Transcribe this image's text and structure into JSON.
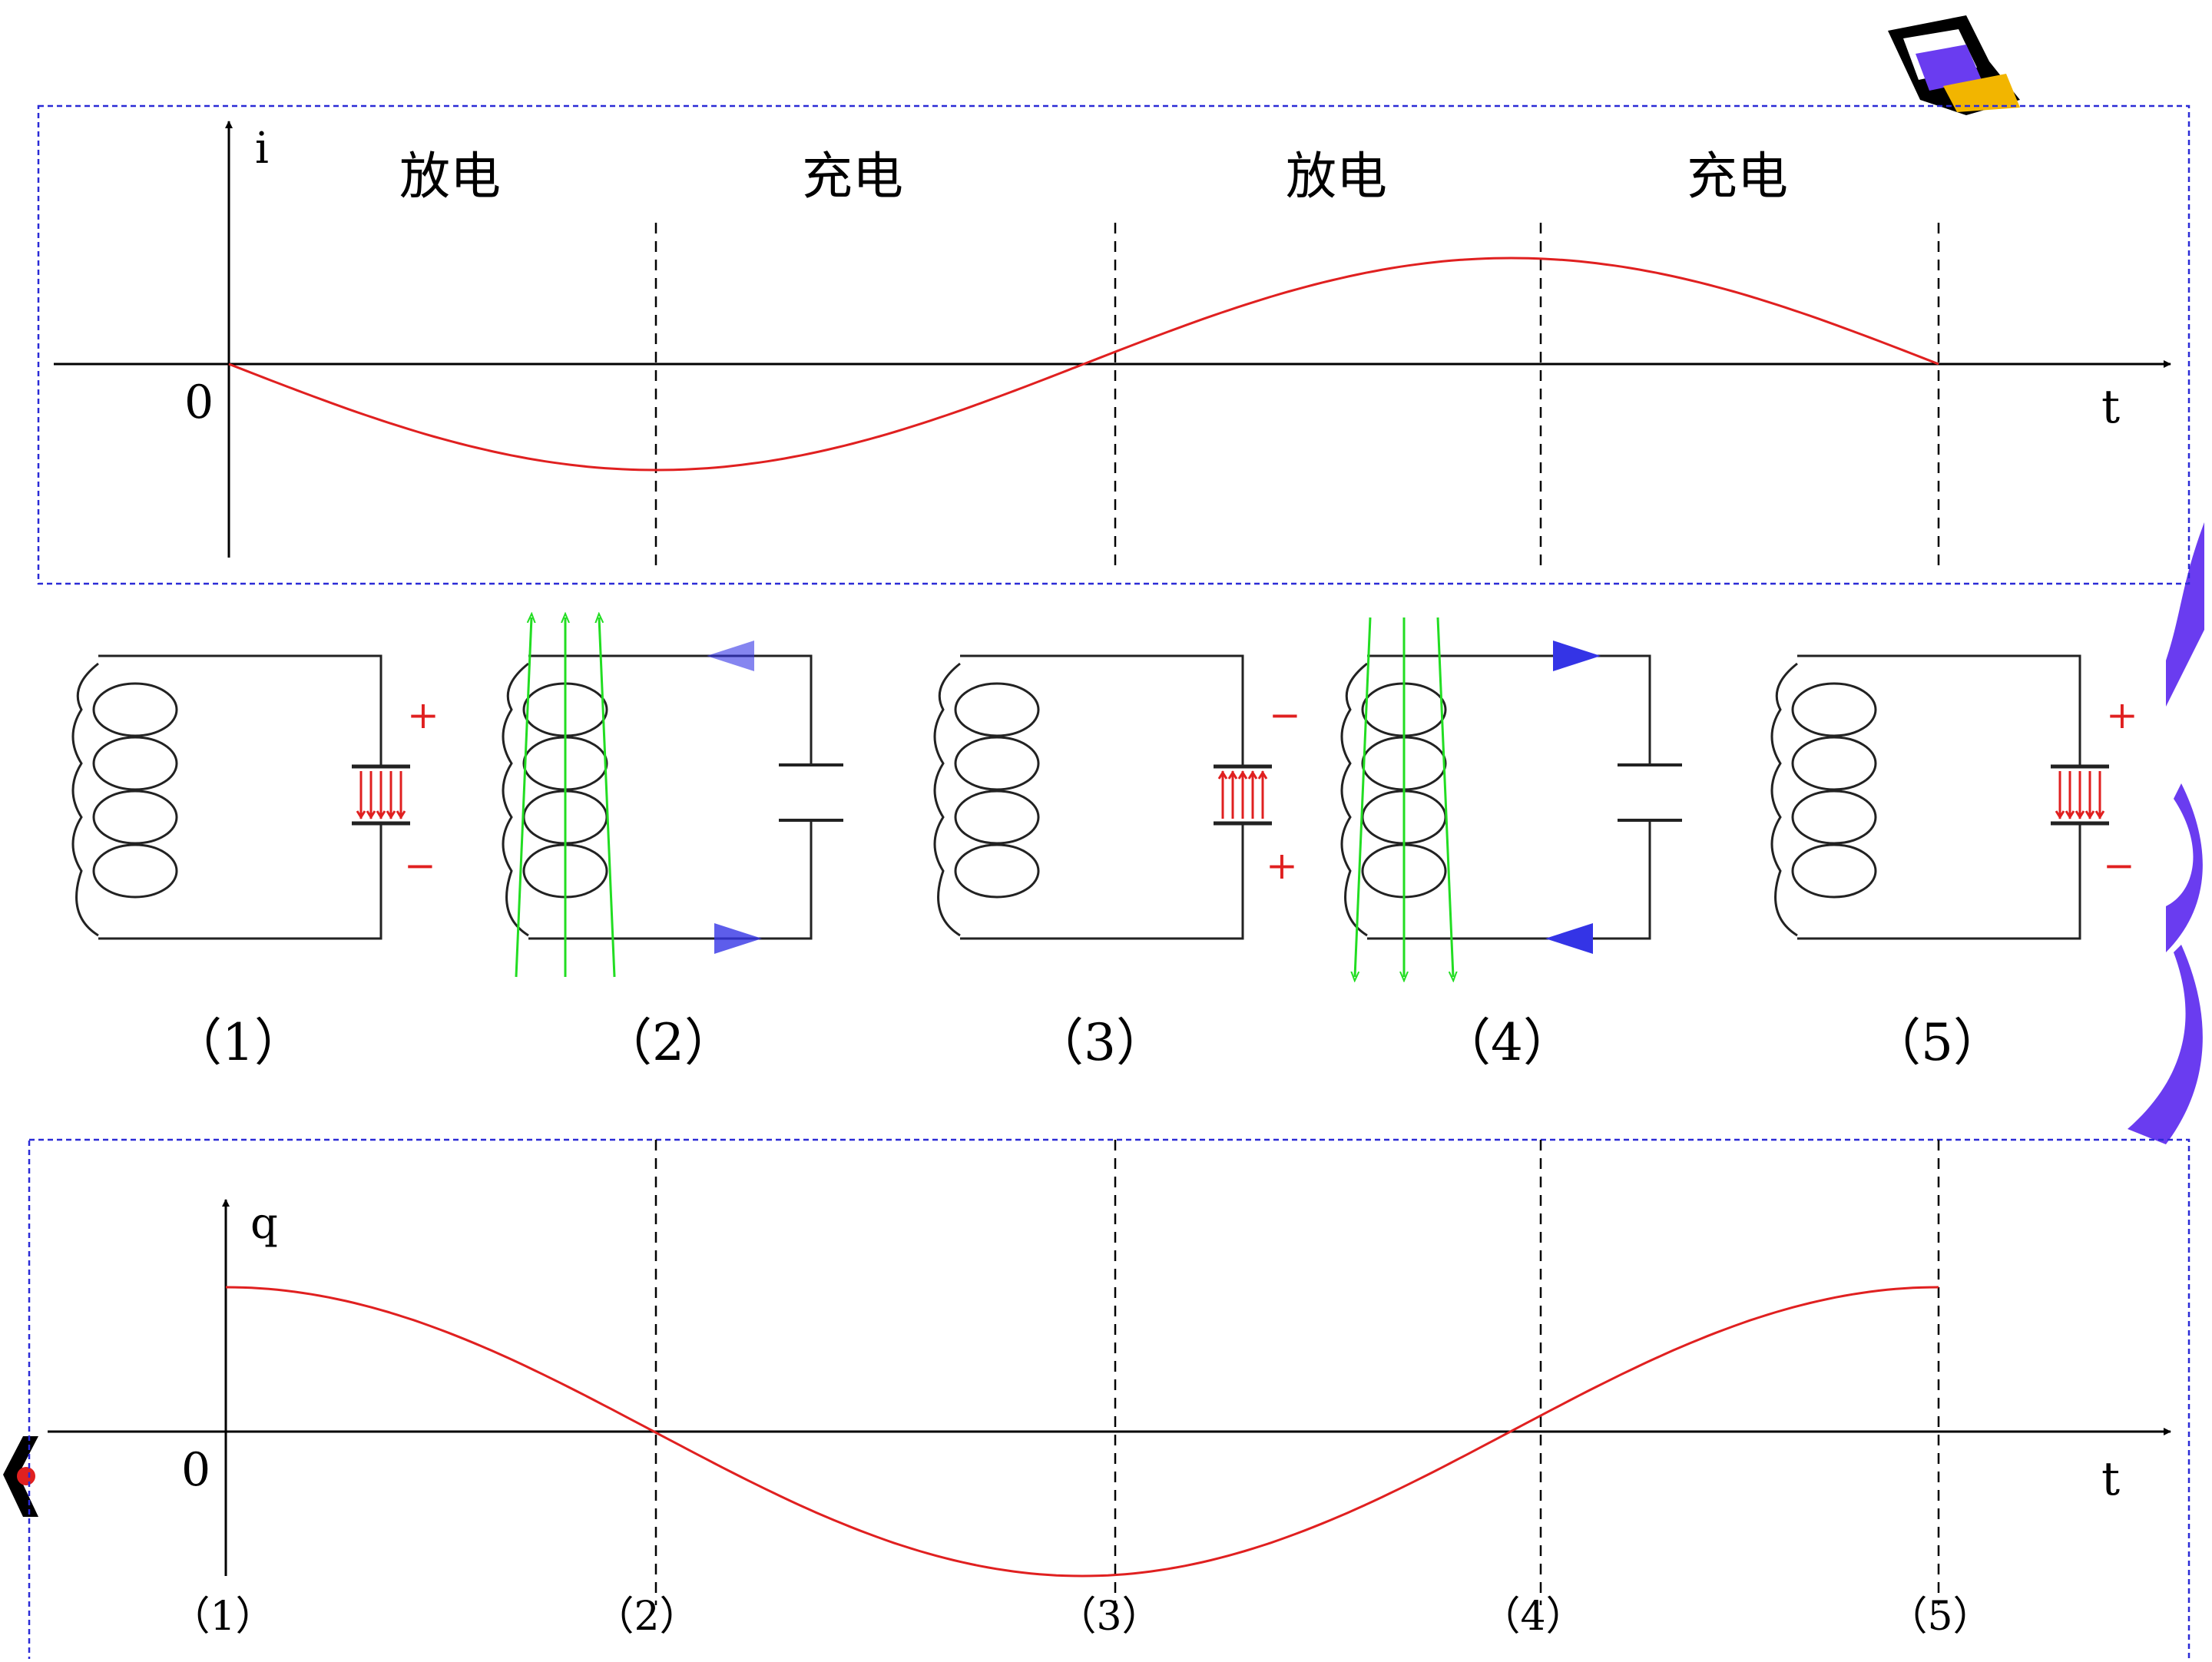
{
  "current_graph": {
    "y_label": "i",
    "x_label": "t",
    "origin_label": "0",
    "phase_labels": [
      "放电",
      "充电",
      "放电",
      "充电"
    ]
  },
  "circuits": [
    {
      "label": "（1）",
      "top_sign": "+",
      "bottom_sign": "−"
    },
    {
      "label": "（2）"
    },
    {
      "label": "（3）",
      "top_sign": "−",
      "bottom_sign": "+"
    },
    {
      "label": "（4）"
    },
    {
      "label": "（5）",
      "top_sign": "+",
      "bottom_sign": "−"
    }
  ],
  "charge_graph": {
    "y_label": "q",
    "x_label": "t",
    "origin_label": "0",
    "tick_labels": [
      "（1）",
      "（2）",
      "（3）",
      "（4）",
      "（5）"
    ]
  },
  "colors": {
    "curve": "#e02020",
    "frame": "#2b2bd6",
    "field_lines": "#22dd22",
    "current_arrows": "#3434e6",
    "decor_purple": "#6a3cf0",
    "decor_yellow": "#f2b500"
  }
}
